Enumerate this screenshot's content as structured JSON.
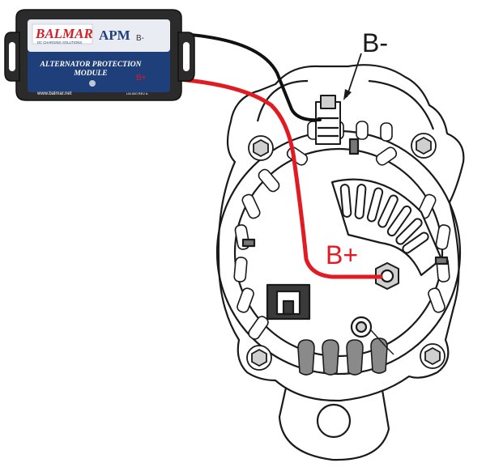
{
  "module": {
    "brand": "BALMAR",
    "brand_tagline": "DC CHARGING SOLUTIONS",
    "model": "APM",
    "title_line1": "ALTERNATOR PROTECTION",
    "title_line2": "MODULE",
    "website": "www.balmar.net",
    "part_number": "LM-000 REV A",
    "neg_terminal_label": "B-",
    "pos_terminal_label": "B+"
  },
  "callouts": {
    "negative": "B-",
    "positive": "B+"
  },
  "colors": {
    "module_body": "#2b2b2b",
    "module_label": "#1f3f7a",
    "brand_red": "#d4202a",
    "positive_wire": "#e21b23",
    "negative_wire": "#111111",
    "alternator_line": "#1a1a1a"
  },
  "icons": {
    "mount_hole": "mount-hole-icon",
    "led": "status-led-icon"
  }
}
